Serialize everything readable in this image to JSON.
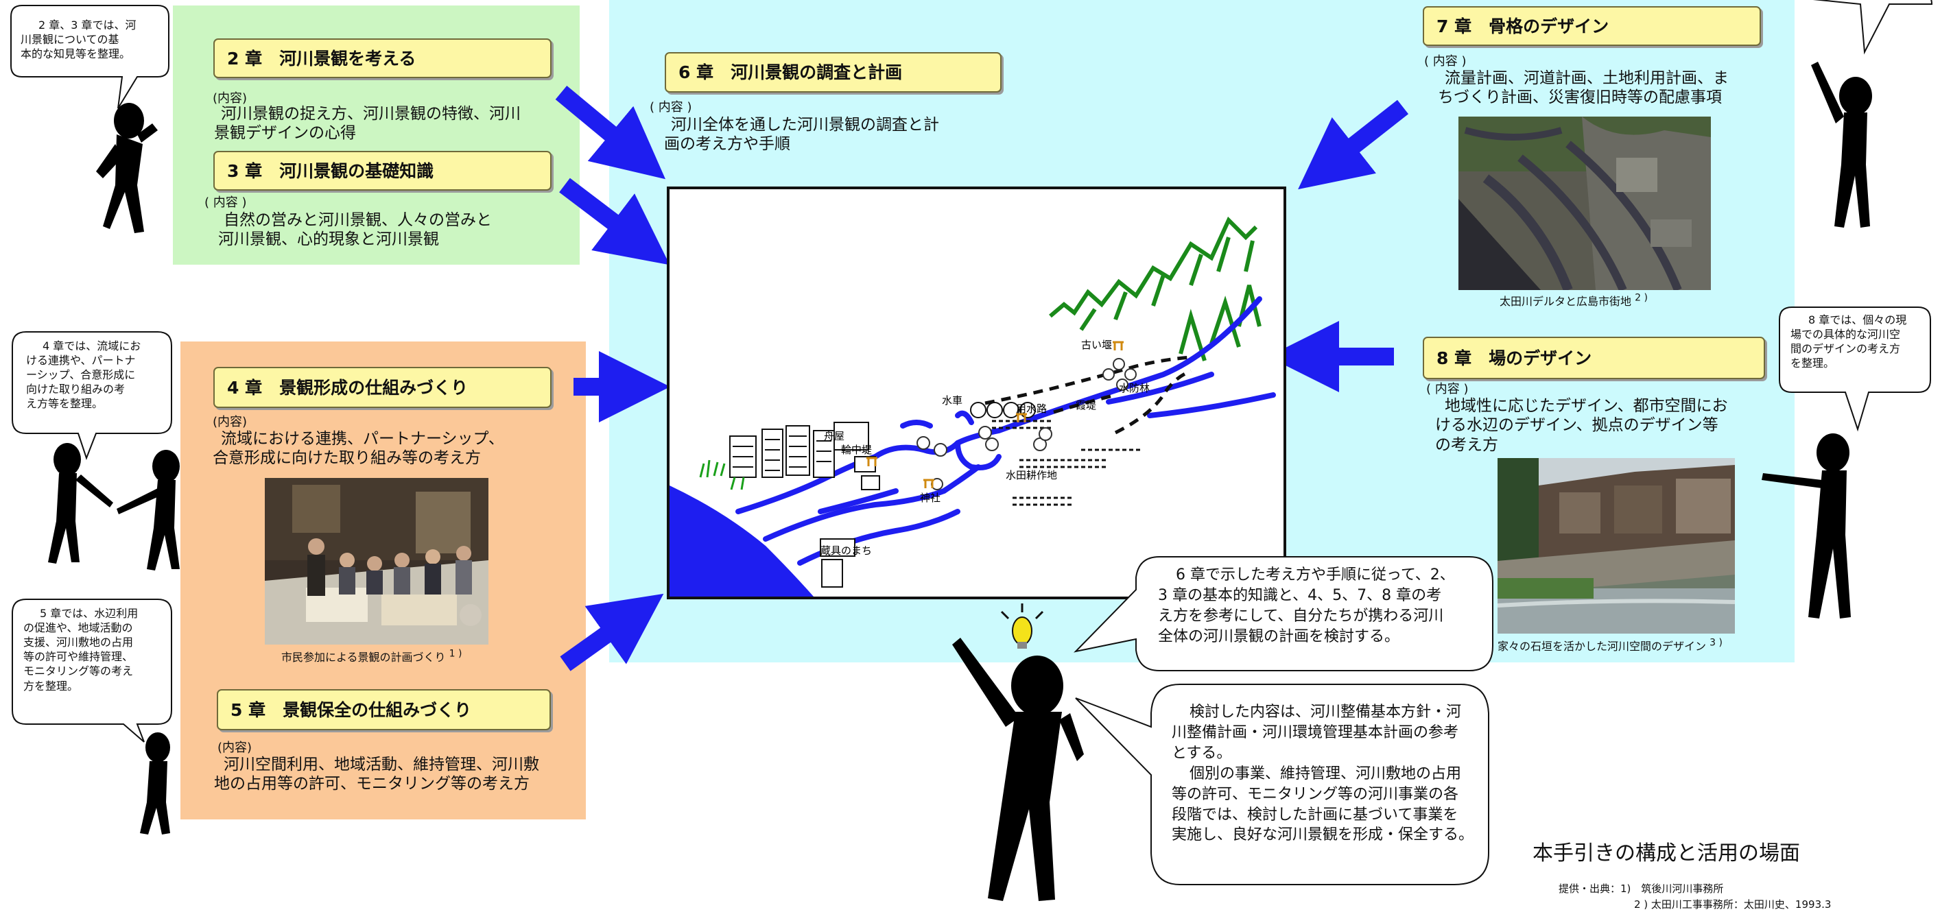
{
  "figure_title": "本手引きの構成と活用の場面",
  "colors": {
    "green_zone": "#ccf6c2",
    "orange_zone": "#fbc898",
    "cyan_zone": "#ccfafd",
    "chapter_box": "#fdf7a5",
    "arrow": "#1e1ef0",
    "river": "#1e1ef0",
    "mountain": "#1a8a1a"
  },
  "chapters": {
    "ch2": {
      "title": "2 章　河川景観を考える",
      "content_label": "(内容)",
      "content": [
        "河川景観の捉え方、河川景観の特徴、河川",
        "景観デザインの心得"
      ]
    },
    "ch3": {
      "title": "3 章　河川景観の基礎知識",
      "content_label": "( 内容 )",
      "content": [
        "自然の営みと河川景観、人々の営みと",
        "河川景観、心的現象と河川景観"
      ]
    },
    "ch4": {
      "title": "4 章　景観形成の仕組みづくり",
      "content_label": "(内容)",
      "content": [
        "流域における連携、パートナーシップ、",
        "合意形成に向けた取り組み等の考え方"
      ]
    },
    "ch5": {
      "title": "5 章　景観保全の仕組みづくり",
      "content_label": "(内容)",
      "content": [
        "河川空間利用、地域活動、維持管理、河川敷",
        "地の占用等の許可、モニタリング等の考え方"
      ]
    },
    "ch6": {
      "title": "6 章　河川景観の調査と計画",
      "content_label": "( 内容 )",
      "content": [
        "河川全体を通した河川景観の調査と計",
        "画の考え方や手順"
      ]
    },
    "ch7": {
      "title": "7 章　骨格のデザイン",
      "content_label": "( 内容 )",
      "content": [
        "流量計画、河道計画、土地利用計画、ま",
        "ちづくり計画、災害復旧時等の配慮事項"
      ]
    },
    "ch8": {
      "title": "8 章　場のデザイン",
      "content_label": "( 内容 )",
      "content": [
        "地域性に応じたデザイン、都市空間にお",
        "ける水辺のデザイン、拠点のデザイン等",
        "の考え方"
      ]
    }
  },
  "bubbles": {
    "b23": [
      "2 章、3 章では、河",
      "川景観についての基",
      "本的な知見等を整理。"
    ],
    "b4": [
      "4 章では、流域にお",
      "ける連携や、パートナ",
      "ーシップ、合意形成に",
      "向けた取り組みの考",
      "え方等を整理。"
    ],
    "b5": [
      "5 章では、水辺利用",
      "の促進や、地域活動の",
      "支援、河川敷地の占用",
      "等の許可や維持管理、",
      "モニタリング等の考え",
      "方を整理。"
    ],
    "b8": [
      "8 章では、個々の現",
      "場での具体的な河川空",
      "間のデザインの考え方",
      "を整理。"
    ],
    "b6": [
      "6 章で示した考え方や手順に従って、2、",
      "3 章の基本的知識と、4、5、7、8 章の考",
      "え方を参考にして、自分たちが携わる河川",
      "全体の河川景観の計画を検討する。"
    ],
    "bmain": [
      "検討した内容は、河川整備基本方針・河",
      "川整備計画・河川環境管理基本計画の参考",
      "とする。",
      "個別の事業、維持管理、河川敷地の占用",
      "等の許可、モニタリング等の河川事業の各",
      "段階では、検討した計画に基づいて事業を",
      "実施し、良好な河川景観を形成・保全する。"
    ]
  },
  "photos": {
    "p1_caption": "市民参加による景観の計画づくり",
    "p1_ref": "1 )",
    "p2_caption": "太田川デルタと広島市街地",
    "p2_ref": "2 )",
    "p3_caption": "家々の石垣を活かした河川空間のデザイン",
    "p3_ref": "3 )"
  },
  "diagram_labels": {
    "furuizeki": "古い堰",
    "suisha": "水車",
    "yousuiro": "用水路",
    "teibou": "霞堤",
    "suibourin": "水防林",
    "funaya": "舟屋",
    "wajutei": "輪中堤",
    "jinja": "神社",
    "suidenkousakuchi": "水田耕作地",
    "kaguranomachi": "蔵具のまち"
  },
  "credits": {
    "line1": "提供・出典：1)　筑後川河川事務所",
    "line2": "2 ) 太田川工事事務所：太田川史、1993.3"
  }
}
